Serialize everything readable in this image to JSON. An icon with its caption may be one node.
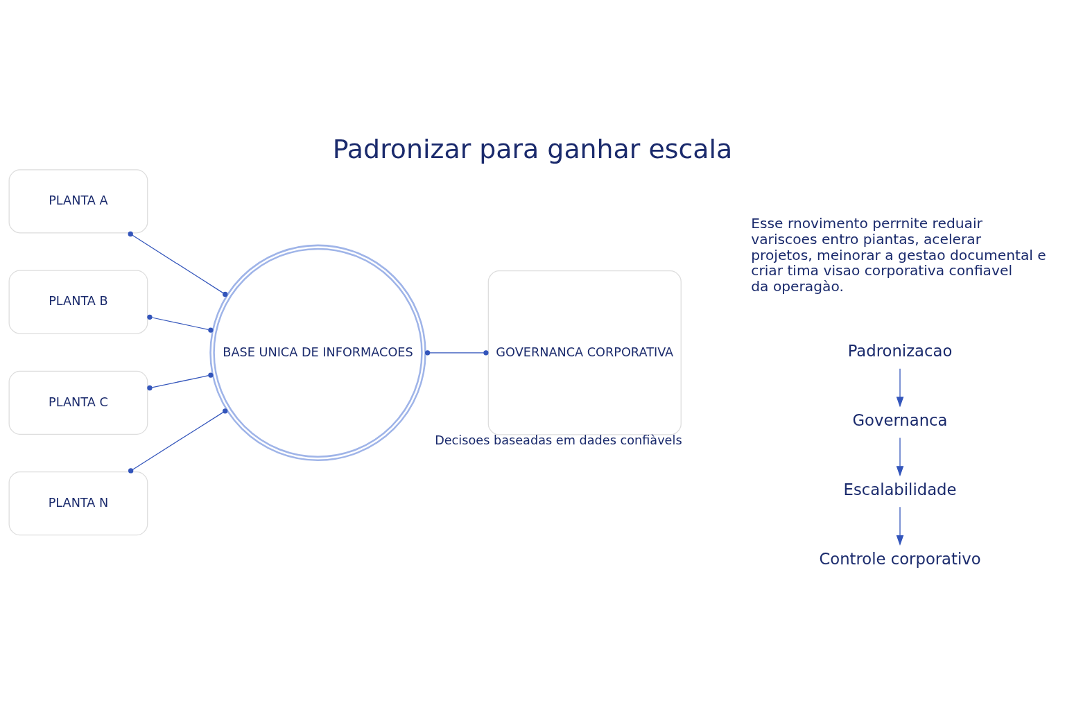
{
  "diagram": {
    "title": "Padronizar para ganhar escala",
    "nodes": [
      {
        "text": [
          "PLANTA A"
        ]
      },
      {
        "text": [
          "PLANTA B"
        ]
      },
      {
        "text": [
          "PLANTA C"
        ]
      },
      {
        "text": [
          "PLANTA N"
        ]
      },
      {
        "text": [
          "BASE UNICA DE INFORMACOES"
        ]
      },
      {
        "text": [
          "GOVERNANCA CORPORATIVA"
        ],
        "beside": [
          "Decisoes baseadas em dades confiàvels"
        ]
      },
      {
        "text": [
          "Padronizacao"
        ]
      },
      {
        "text": [
          "Governanca"
        ]
      },
      {
        "text": [
          "Escalabilidade"
        ]
      },
      {
        "text": [
          "Controle corporativo"
        ]
      }
    ],
    "edges": [
      {
        "from": 0,
        "to": 4,
        "arrow": "other"
      },
      {
        "from": 1,
        "to": 4,
        "arrow": "other"
      },
      {
        "from": 2,
        "to": 4,
        "arrow": "other"
      },
      {
        "from": 3,
        "to": 4,
        "arrow": "other"
      },
      {
        "from": 4,
        "to": 5,
        "arrow": "other"
      },
      {
        "from": 6,
        "to": 7,
        "arrow": "to"
      },
      {
        "from": 7,
        "to": 8,
        "arrow": "to"
      },
      {
        "from": 8,
        "to": 9,
        "arrow": "to"
      }
    ],
    "labels": [
      "Esse rnovimento perrnite reduair variscoes entro piantas, acelerar projetos, meinorar a gestao documental e criar tima visao corporativa confiavel da operagào."
    ]
  }
}
